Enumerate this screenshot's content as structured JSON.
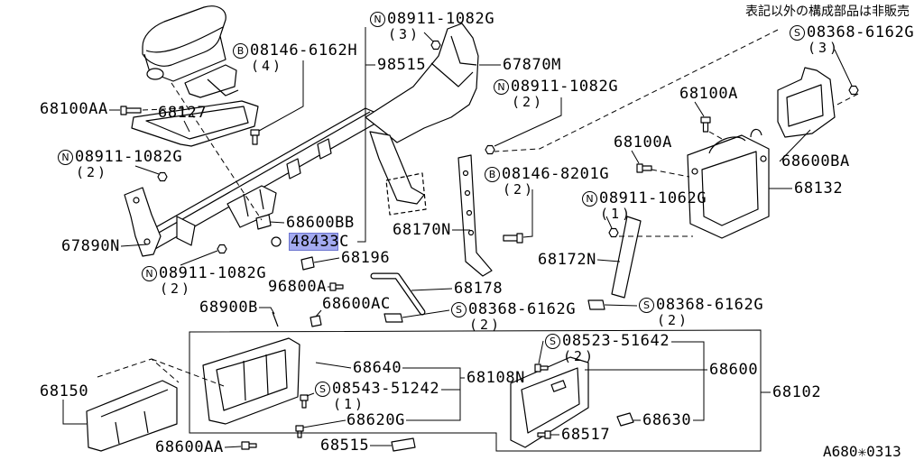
{
  "note": "表記以外の構成部品は非販売",
  "diagram_id": "A680✳0313",
  "colors": {
    "highlight": "#a3aaf0"
  },
  "selected_part": "48433C",
  "callouts": {
    "n_top": {
      "prefix": "N",
      "code": "08911-1082G",
      "qty": "(3)"
    },
    "b_6162h": {
      "prefix": "B",
      "code": "08146-6162H",
      "qty": "(4)"
    },
    "s_top_right": {
      "prefix": "S",
      "code": "08368-6162G",
      "qty": "(3)"
    },
    "n_mid": {
      "prefix": "N",
      "code": "08911-1082G",
      "qty": "(2)"
    },
    "n_left": {
      "prefix": "N",
      "code": "08911-1082G",
      "qty": "(2)"
    },
    "b_8201g": {
      "prefix": "B",
      "code": "08146-8201G",
      "qty": "(2)"
    },
    "n_1062g": {
      "prefix": "N",
      "code": "08911-1062G",
      "qty": "(1)"
    },
    "n_bottom_left": {
      "prefix": "N",
      "code": "08911-1082G",
      "qty": "(2)"
    },
    "s_mid": {
      "prefix": "S",
      "code": "08368-6162G",
      "qty": "(2)"
    },
    "s_right": {
      "prefix": "S",
      "code": "08368-6162G",
      "qty": "(2)"
    },
    "s_51642": {
      "prefix": "S",
      "code": "08523-51642",
      "qty": "(2)"
    },
    "s_51242": {
      "prefix": "S",
      "code": "08543-51242",
      "qty": "(1)"
    }
  },
  "parts": {
    "p98515": "98515",
    "p67870M": "67870M",
    "p68100AA": "68100AA",
    "p68127": "68127",
    "p68100A_a": "68100A",
    "p68100A_b": "68100A",
    "p68600BA": "68600BA",
    "p68132": "68132",
    "p68600BB": "68600BB",
    "p68170N": "68170N",
    "p48433C": "48433C",
    "p67890N": "67890N",
    "p68196": "68196",
    "p68172N": "68172N",
    "p96800A": "96800A",
    "p68178": "68178",
    "p68600AC": "68600AC",
    "p68900B": "68900B",
    "p68640": "68640",
    "p68600": "68600",
    "p68108N": "68108N",
    "p68102": "68102",
    "p68150": "68150",
    "p68620G": "68620G",
    "p68630": "68630",
    "p68515": "68515",
    "p68517": "68517",
    "p68600AA": "68600AA"
  }
}
